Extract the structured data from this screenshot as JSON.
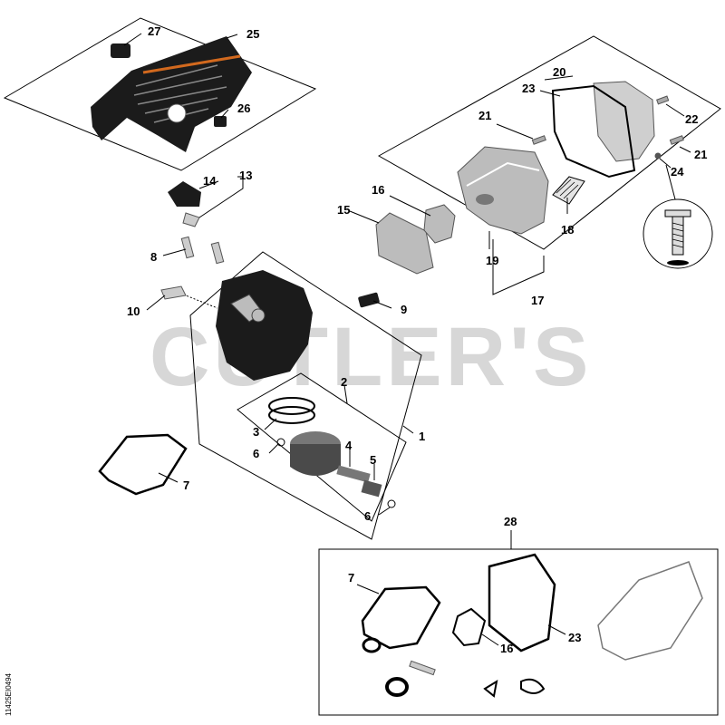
{
  "watermark": "CUTLER'S",
  "drawing_code": "11425EI0494",
  "callouts": {
    "c1": "1",
    "c2": "2",
    "c3": "3",
    "c4": "4",
    "c5": "5",
    "c6a": "6",
    "c6b": "6",
    "c7a": "7",
    "c7b": "7",
    "c8": "8",
    "c9": "9",
    "c10": "10",
    "c13": "13",
    "c14": "14",
    "c15": "15",
    "c16a": "16",
    "c16b": "16",
    "c17": "17",
    "c18": "18",
    "c19": "19",
    "c20": "20",
    "c21a": "21",
    "c21b": "21",
    "c22": "22",
    "c23a": "23",
    "c23b": "23",
    "c24": "24",
    "c25": "25",
    "c26": "26",
    "c27": "27",
    "c28": "28"
  },
  "colors": {
    "line": "#000000",
    "part_dark": "#1b1b1b",
    "part_grey": "#bcbcbc",
    "accent": "#d2691e",
    "watermark": "#d7d7d7"
  }
}
